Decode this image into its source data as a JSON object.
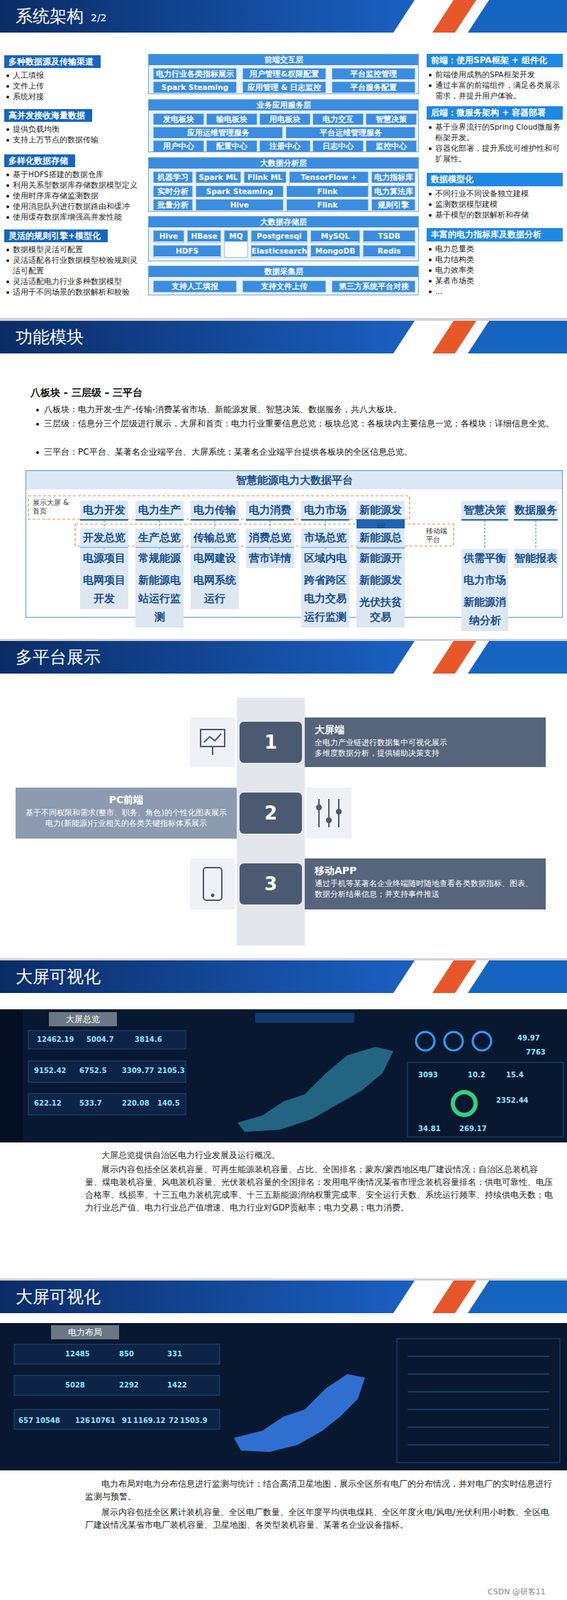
{
  "diagram": {
    "title": "系统架构",
    "nodes": [
      {
        "text": [
          "多种数据源及传输渠道",
          "人工填报",
          "文件上传",
          "系统对接"
        ]
      },
      {
        "text": [
          "高并发接收海量数据",
          "提供负载均衡",
          "支持上万节点的数据传输"
        ]
      },
      {
        "text": [
          "多样化数据存储",
          "基于HDFS搭建的数据仓库",
          "利用关系型数据库存储数据模型定义",
          "使用时序库存储监测数据",
          "使用消息队列进行数据路由和缓冲",
          "使用缓存数据库增强高并发性能"
        ]
      },
      {
        "text": [
          "灵活的规则引擎+模型化",
          "数据模型灵活可配置",
          "灵活适配各行业数据模型校验规则灵活可配置",
          "灵活适配电力行业多种数据模型",
          "适用于不同场景的数据解析和校验"
        ]
      },
      {
        "text": [
          "前端交互层"
        ]
      },
      {
        "text": [
          "电力行业各类指标展示"
        ],
        "in": 4
      },
      {
        "text": [
          "用户管理&权限配置"
        ],
        "in": 4
      },
      {
        "text": [
          "平台监控管理"
        ],
        "in": 4
      },
      {
        "text": [
          "Spark Steaming"
        ],
        "in": 4
      },
      {
        "text": [
          "应用管理 & 日志监控"
        ],
        "in": 4
      },
      {
        "text": [
          "平台服务配置"
        ],
        "in": 4
      },
      {
        "text": [
          "业务应用服务层"
        ]
      },
      {
        "text": [
          "发电板块"
        ],
        "in": 11
      },
      {
        "text": [
          "输电板块"
        ],
        "in": 11
      },
      {
        "text": [
          "用电板块"
        ],
        "in": 11
      },
      {
        "text": [
          "电力交互"
        ],
        "in": 11
      },
      {
        "text": [
          "智慧决策"
        ],
        "in": 11
      },
      {
        "text": [
          "应用运维管理服务"
        ],
        "in": 11
      },
      {
        "text": [
          "平台运维管理服务"
        ],
        "in": 11
      },
      {
        "text": [
          "用户中心"
        ],
        "in": 11
      },
      {
        "text": [
          "配置中心"
        ],
        "in": 11
      },
      {
        "text": [
          "注册中心"
        ],
        "in": 11
      },
      {
        "text": [
          "日志中心"
        ],
        "in": 11
      },
      {
        "text": [
          "监控中心"
        ],
        "in": 11
      },
      {
        "text": [
          "大数据分析层"
        ]
      },
      {
        "text": [
          "机器学习"
        ],
        "in": 24
      },
      {
        "text": [
          "Spark ML"
        ],
        "in": 24
      },
      {
        "text": [
          "Flink ML"
        ],
        "in": 24
      },
      {
        "text": [
          "TensorFlow + Keras"
        ],
        "in": 24
      },
      {
        "text": [
          "电力指标库"
        ],
        "in": 24
      },
      {
        "text": [
          "实时分析"
        ],
        "in": 24
      },
      {
        "text": [
          "Spark Steaming"
        ],
        "in": 24
      },
      {
        "text": [
          "Flink"
        ],
        "in": 24
      },
      {
        "text": [
          "电力算法库"
        ],
        "in": 24
      },
      {
        "text": [
          "批量分析"
        ],
        "in": 24
      },
      {
        "text": [
          "Hive"
        ],
        "in": 24
      },
      {
        "text": [
          "Flink"
        ],
        "in": 24
      },
      {
        "text": [
          "规则引擎"
        ],
        "in": 24
      },
      {
        "text": [
          "大数据存储层"
        ]
      },
      {
        "text": [
          "Hive"
        ],
        "in": 38
      },
      {
        "text": [
          "HBase"
        ],
        "in": 38
      },
      {
        "text": [
          "HDFS"
        ],
        "in": 38
      },
      {
        "text": [
          "MQ"
        ],
        "in": 38
      },
      {
        "text": [
          "Postgresql"
        ],
        "in": 38
      },
      {
        "text": [
          "MySQL"
        ],
        "in": 38
      },
      {
        "text": [
          "TSDB"
        ],
        "in": 38
      },
      {
        "text": [
          "Elasticsearch"
        ],
        "in": 38
      },
      {
        "text": [
          "MongoDB"
        ],
        "in": 38
      },
      {
        "text": [
          "Redis"
        ],
        "in": 38
      },
      {
        "text": [
          "数据采集层"
        ]
      },
      {
        "text": [
          "支持人工填报"
        ],
        "in": 49
      },
      {
        "text": [
          "支持文件上传"
        ],
        "in": 49
      },
      {
        "text": [
          "第三方系统平台对接"
        ],
        "in": 49
      },
      {
        "text": [
          "前端：使用SPA框架 + 组件化",
          "前端使用成熟的SPA框架开发",
          "通过丰富的前端组件，满足各类展示需求，并提升用户体验。"
        ]
      },
      {
        "text": [
          "后端：微服务架构 + 容器部署",
          "基于业界流行的Spring Cloud微服务框架开发。",
          "容器化部署，提升系统可维护性和可扩展性。"
        ]
      },
      {
        "text": [
          "数据模型化",
          "不同行业不同设备独立建模",
          "监测数据模型建模",
          "基于模型的数据解析和存储"
        ]
      },
      {
        "text": [
          "丰富的电力指标库及数据分析",
          "电力总量类",
          "电力结构类",
          "电力效率类",
          "某者市场类",
          "..."
        ]
      },
      {
        "text": [
          "智慧能源电力大数据平台"
        ]
      },
      {
        "text": [
          "电力开发"
        ],
        "in": 57
      },
      {
        "text": [
          "电力生产"
        ],
        "in": 57
      },
      {
        "text": [
          "电力传输"
        ],
        "in": 57
      },
      {
        "text": [
          "电力消费"
        ],
        "in": 57
      },
      {
        "text": [
          "电力市场"
        ],
        "in": 57
      },
      {
        "text": [
          "新能源发展"
        ],
        "in": 57
      },
      {
        "text": [
          "智慧决策"
        ],
        "in": 57
      },
      {
        "text": [
          "数据服务"
        ],
        "in": 57
      },
      {
        "text": [
          "开发总览"
        ],
        "in": 57
      },
      {
        "text": [
          "生产总览"
        ],
        "in": 57
      },
      {
        "text": [
          "传输总览"
        ],
        "in": 57
      },
      {
        "text": [
          "消费总览"
        ],
        "in": 57
      },
      {
        "text": [
          "市场总览"
        ],
        "in": 57
      },
      {
        "text": [
          "新能源总览"
        ],
        "in": 57
      },
      {
        "text": [
          "电源项目开发"
        ],
        "in": 57
      },
      {
        "text": [
          "电网项目开发"
        ],
        "in": 57
      },
      {
        "text": [
          "常规能源电站运行监测"
        ],
        "in": 57
      },
      {
        "text": [
          "新能源电站运行监测"
        ],
        "in": 57
      },
      {
        "text": [
          "电网建设规模"
        ],
        "in": 57
      },
      {
        "text": [
          "电网系统运行"
        ],
        "in": 57
      },
      {
        "text": [
          "营市详情"
        ],
        "in": 57
      },
      {
        "text": [
          "区域内电力市场运行监测"
        ],
        "in": 57
      },
      {
        "text": [
          "跨省跨区电力交易运行监测"
        ],
        "in": 57
      },
      {
        "text": [
          "新能源开发与运行"
        ],
        "in": 57
      },
      {
        "text": [
          "新能源发电市场化交易"
        ],
        "in": 57
      },
      {
        "text": [
          "光伏扶贫"
        ],
        "in": 57
      },
      {
        "text": [
          "供需平衡分析"
        ],
        "in": 57
      },
      {
        "text": [
          "电力市场评估分析"
        ],
        "in": 57
      },
      {
        "text": [
          "新能源消纳分析"
        ],
        "in": 57
      },
      {
        "text": [
          "智能报表"
        ],
        "in": 57
      },
      {
        "text": [
          "1"
        ]
      },
      {
        "text": [
          "大屏端",
          "全电力产业链进行数据集中可视化展示",
          "多维度数据分析，提供辅助决策支持"
        ]
      },
      {
        "text": [
          "2"
        ]
      },
      {
        "text": [
          "PC前端",
          "基于不同权限和需求(整市、职务、角色)的个性化图表展示",
          "电力(新能源)行业相关的各类关键指标体系展示"
        ]
      },
      {
        "text": [
          "3"
        ]
      },
      {
        "text": [
          "移动APP",
          "通过手机等某著名企业终端随时随地查看各类数据指标、图表、数据分析结果信息；并支持事件推送"
        ]
      },
      {
        "text": [
          "大屏总览"
        ]
      },
      {
        "text": [
          "电力布局"
        ]
      }
    ],
    "edges": [
      {
        "from": 58,
        "to": 66,
        "arrow": "none"
      },
      {
        "from": 66,
        "to": 72,
        "arrow": "none"
      },
      {
        "from": 72,
        "to": 73,
        "arrow": "none"
      },
      {
        "from": 59,
        "to": 67,
        "arrow": "none"
      },
      {
        "from": 67,
        "to": 74,
        "arrow": "none"
      },
      {
        "from": 74,
        "to": 75,
        "arrow": "none"
      },
      {
        "from": 60,
        "to": 68,
        "arrow": "none"
      },
      {
        "from": 68,
        "to": 76,
        "arrow": "none"
      },
      {
        "from": 76,
        "to": 77,
        "arrow": "none"
      },
      {
        "from": 61,
        "to": 69,
        "arrow": "none"
      },
      {
        "from": 69,
        "to": 78,
        "arrow": "none"
      },
      {
        "from": 62,
        "to": 70,
        "arrow": "none"
      },
      {
        "from": 70,
        "to": 79,
        "arrow": "none"
      },
      {
        "from": 79,
        "to": 80,
        "arrow": "none"
      },
      {
        "from": 63,
        "to": 71,
        "arrow": "none"
      },
      {
        "from": 71,
        "to": 81,
        "arrow": "none"
      },
      {
        "from": 81,
        "to": 82,
        "arrow": "none"
      },
      {
        "from": 82,
        "to": 83,
        "arrow": "none"
      },
      {
        "from": 64,
        "to": 84,
        "arrow": "none"
      },
      {
        "from": 84,
        "to": 85,
        "arrow": "none"
      },
      {
        "from": 85,
        "to": 86,
        "arrow": "none"
      },
      {
        "from": 65,
        "to": 87,
        "arrow": "none"
      }
    ],
    "labels": [
      "2/2",
      "功能模块",
      "八板块 - 三层级 – 三平台",
      "八板块：电力开发-生产-传输-消费某省市场、新能源发展、智慧决策、数据服务，共八大板块。",
      "三层级：信息分三个层级进行展示，大屏和首页：电力行业重要信息总览；板块总览：各板块内主要信息一览；各模块：详细信息全览。",
      "三平台：PC平台、某著名企业端平台、大屏系统；某著名企业端平台提供各板块的全区信息总览。",
      "展示大屏 & 首页",
      "移动端平台",
      "多平台展示",
      "大屏可视化",
      "12462.19",
      "5004.7",
      "3814.6",
      "9152.42",
      "6752.5",
      "3309.77",
      "2105.3",
      "622.12",
      "533.7",
      "220.08",
      "140.5",
      "49.97",
      "7763",
      "3093",
      "10.2",
      "15.4",
      "2352.44",
      "34.81",
      "269.17",
      "大屏总览提供自治区电力行业发展及运行概况。",
      "展示内容包括全区装机容量、可再生能源装机容量、占比、全国排名；蒙东/蒙西地区电厂建设情况；自治区总装机容量、煤电装机容量、风电装机容量、光伏装机容量的全国排名；发用电平衡情况某省市理念装机容量排名；供电可靠性、电压合格率、线损率、十三五电力装机完成率、十三五新能源消纳权重完成率、安全运行天数、系统运行频率、持续供电天数；电力行业总产值、电力行业总产值增速、电力行业对GDP贡献率；电力交易；电力消费。",
      "大屏可视化",
      "12485",
      "850",
      "331",
      "5028",
      "2292",
      "1422",
      "657",
      "10548",
      "126",
      "10761",
      "91",
      "1169.12",
      "72",
      "1503.9",
      "电力布局对电力分布信息进行监测与统计；结合高清卫星地图，展示全区所有电厂的分布情况，并对电厂的实时信息进行监测与预警。",
      "展示内容包括全区累计装机容量、全区电厂数量、全区年度平均供电煤耗、全区年度火电/风电/光伏利用小时数、全区电厂建设情况某省市电厂装机容量、卫星地图、各类型装机容量、某著名企业设备指标。",
      "CSDN @研客11"
    ]
  }
}
